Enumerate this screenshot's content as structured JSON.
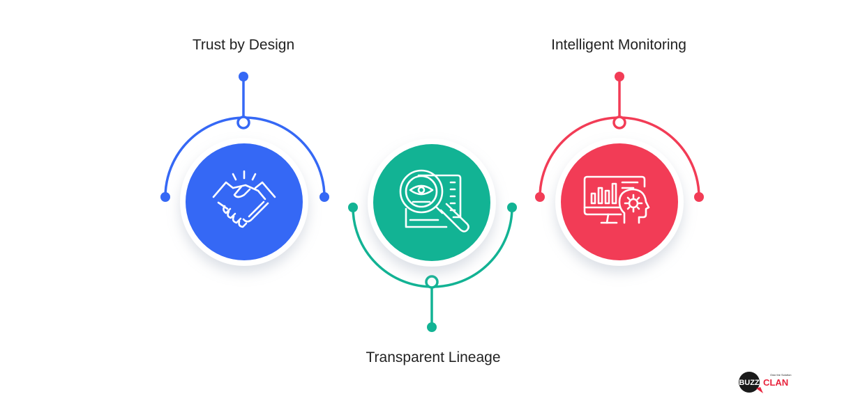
{
  "colors": {
    "trust": "#3568f5",
    "lineage": "#12b394",
    "monitoring": "#f23c56",
    "text": "#222222",
    "logo_dark": "#1a1a1a",
    "logo_red": "#e8243d"
  },
  "nodes": [
    {
      "id": "trust",
      "label": "Trust by Design",
      "icon": "handshake-icon"
    },
    {
      "id": "lineage",
      "label": "Transparent Lineage",
      "icon": "magnifier-eye-document-icon"
    },
    {
      "id": "monitoring",
      "label": "Intelligent Monitoring",
      "icon": "monitor-chart-gear-icon"
    }
  ],
  "logo": {
    "word1": "BUZZ",
    "word2": "CLAN",
    "tagline": "Own the Solution"
  }
}
